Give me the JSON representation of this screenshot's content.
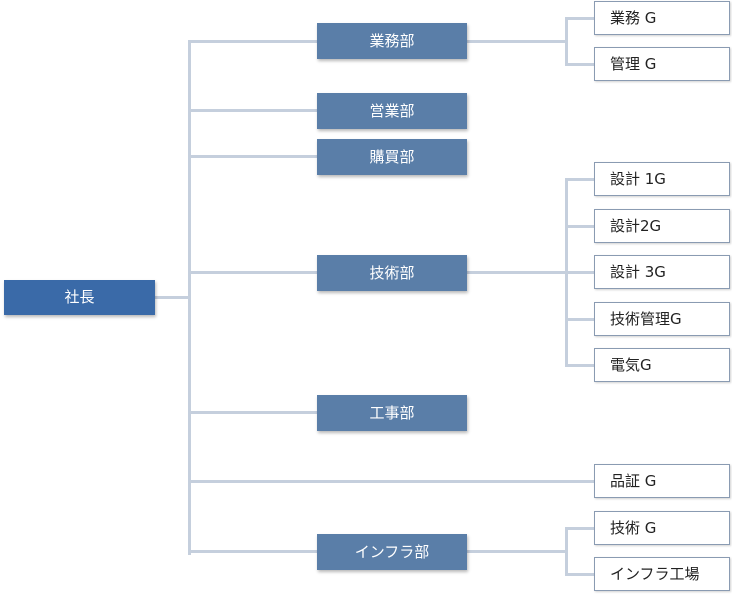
{
  "org_chart": {
    "root": {
      "label": "社長"
    },
    "departments": [
      {
        "id": "gyomu",
        "label": "業務部"
      },
      {
        "id": "eigyo",
        "label": "営業部"
      },
      {
        "id": "kobai",
        "label": "購買部"
      },
      {
        "id": "gijutsu",
        "label": "技術部"
      },
      {
        "id": "koji",
        "label": "工事部"
      },
      {
        "id": "infra",
        "label": "インフラ部"
      }
    ],
    "groups": [
      {
        "id": "gyomu-g",
        "label": "業務 G",
        "parent": "gyomu"
      },
      {
        "id": "kanri-g",
        "label": "管理 G",
        "parent": "gyomu"
      },
      {
        "id": "sekkei-1g",
        "label": "設計 1G",
        "parent": "gijutsu"
      },
      {
        "id": "sekkei-2g",
        "label": "設計2G",
        "parent": "gijutsu"
      },
      {
        "id": "sekkei-3g",
        "label": "設計 3G",
        "parent": "gijutsu"
      },
      {
        "id": "gijutsu-kanri-g",
        "label": "技術管理G",
        "parent": "gijutsu"
      },
      {
        "id": "denki-g",
        "label": "電気G",
        "parent": "gijutsu"
      },
      {
        "id": "hinsho-g",
        "label": "品証 G",
        "parent": "root"
      },
      {
        "id": "gijutsu-g",
        "label": "技術 G",
        "parent": "infra"
      },
      {
        "id": "infra-kojo",
        "label": "インフラ工場",
        "parent": "infra"
      }
    ]
  },
  "colors": {
    "root_fill": "#3a6aa8",
    "department_fill": "#5a7ea8",
    "group_border": "#8a9bb2",
    "connector": "#c5cfdd"
  }
}
